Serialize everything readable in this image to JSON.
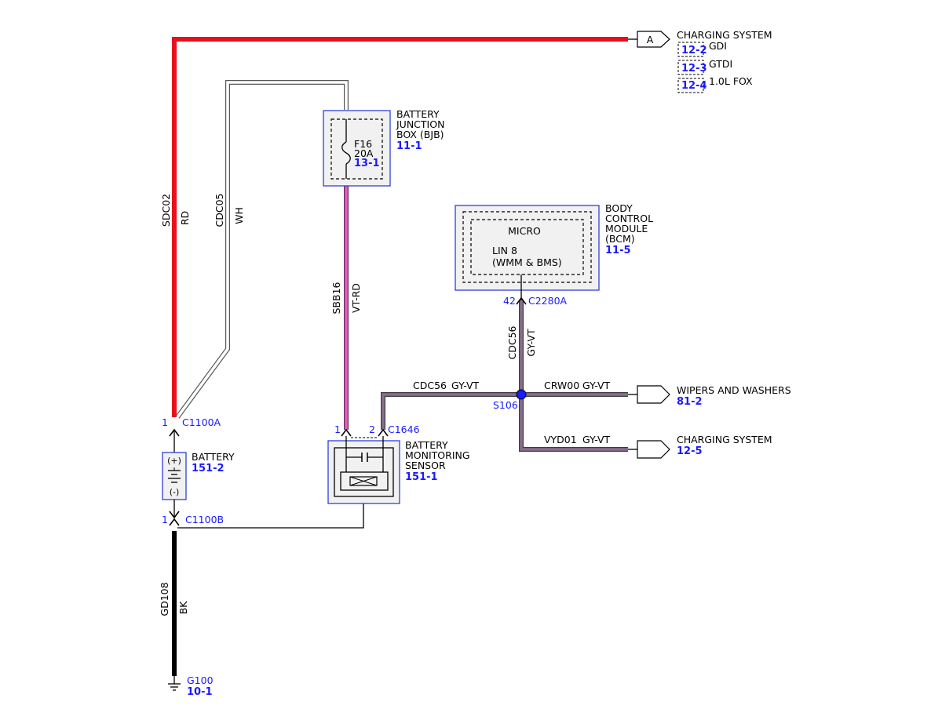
{
  "wires": {
    "sdc02": {
      "circuit": "SDC02",
      "color": "RD"
    },
    "cdc05": {
      "circuit": "CDC05",
      "color": "WH"
    },
    "sbb16": {
      "circuit": "SBB16",
      "color": "VT-RD"
    },
    "cdc56_vertical": {
      "circuit": "CDC56",
      "color": "GY-VT"
    },
    "cdc56_horizontal": {
      "circuit": "CDC56",
      "color": "GY-VT"
    },
    "crw00": {
      "circuit": "CRW00",
      "color": "GY-VT"
    },
    "vyd01": {
      "circuit": "VYD01",
      "color": "GY-VT"
    },
    "gd108": {
      "circuit": "GD108",
      "color": "BK"
    }
  },
  "offpage_a": {
    "letter": "A",
    "label": "CHARGING SYSTEM",
    "variants": [
      {
        "ref": "12-2",
        "name": "GDI"
      },
      {
        "ref": "12-3",
        "name": "GTDI"
      },
      {
        "ref": "12-4",
        "name": "1.0L FOX"
      }
    ]
  },
  "bjb": {
    "title_lines": [
      "BATTERY",
      "JUNCTION",
      "BOX (BJB)"
    ],
    "ref": "11-1",
    "fuse_name": "F16",
    "fuse_rating": "20A",
    "fuse_ref": "13-1"
  },
  "bcm": {
    "title_lines": [
      "BODY",
      "CONTROL",
      "MODULE",
      "(BCM)"
    ],
    "ref": "11-5",
    "micro": "MICRO",
    "lin_line1": "LIN 8",
    "lin_line2": "(WMM & BMS)",
    "pin": "42",
    "connector": "C2280A"
  },
  "splice": {
    "name": "S106"
  },
  "wipers": {
    "label": "WIPERS AND WASHERS",
    "ref": "81-2"
  },
  "charging2": {
    "label": "CHARGING SYSTEM",
    "ref": "12-5"
  },
  "battery": {
    "label": "BATTERY",
    "ref": "151-2",
    "plus": "(+)",
    "minus": "(-)",
    "top_pin": "1",
    "top_connector": "C1100A",
    "bottom_pin": "1",
    "bottom_connector": "C1100B"
  },
  "bms": {
    "title_lines": [
      "BATTERY",
      "MONITORING",
      "SENSOR"
    ],
    "ref": "151-1",
    "pin1": "1",
    "pin2": "2",
    "connector": "C1646"
  },
  "ground": {
    "name": "G100",
    "ref": "10-1"
  },
  "colors": {
    "red_wire": "#e8101a",
    "violet_red_wire": "#e060c0",
    "gray_violet_wire": "#8a6e8e",
    "black_wire": "#000000",
    "box_border": "#2f3fd6",
    "ref_text": "#1a1aff"
  }
}
